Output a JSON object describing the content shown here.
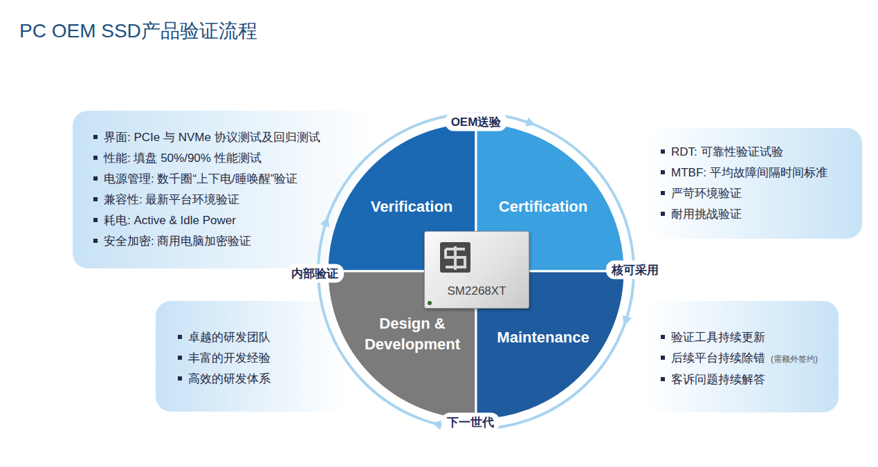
{
  "diagram": {
    "title": "PC OEM SSD产品验证流程",
    "nodes": [
      {
        "text": [
          "界面: PCIe 与 NVMe 协议测试及回归测试",
          "性能: 填盘 50%/90% 性能测试",
          "电源管理: 数千圈“上下电/睡唤醒”验证",
          "兼容性: 最新平台环境验证",
          "耗电: Active & Idle Power",
          "安全加密: 商用电脑加密验证"
        ]
      },
      {
        "text": [
          "RDT: 可靠性验证试验",
          "MTBF: 平均故障间隔时间标准",
          "严苛环境验证",
          "耐用挑战验证"
        ]
      },
      {
        "text": [
          "Verification"
        ]
      },
      {
        "text": [
          "Certification"
        ]
      },
      {
        "text": [
          "SM2268XT"
        ]
      },
      {
        "text": [
          "Design & Development"
        ]
      },
      {
        "text": [
          "Maintenance"
        ]
      },
      {
        "text": [
          "卓越的研发团队",
          "丰富的开发经验",
          "高效的研发体系"
        ]
      },
      {
        "text": [
          "验证工具持续更新",
          "后续平台持续除错",
          "(需额外签约)",
          "客诉问题持续解答"
        ]
      }
    ],
    "labels": [
      "OEM送验",
      "核可采用",
      "下一世代",
      "内部验证"
    ]
  }
}
